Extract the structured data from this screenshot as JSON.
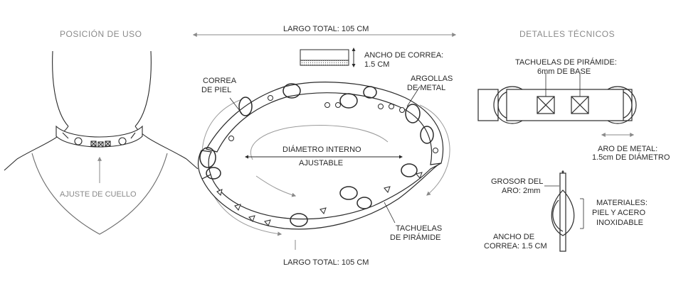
{
  "sections": {
    "usage": "POSICIÓN DE USO",
    "technical": "DETALLES TÉCNICOS"
  },
  "labels": {
    "neck_adjust": "AJUSTE DE CUELLO",
    "total_length_top": "LARGO TOTAL: 105 CM",
    "total_length_bottom": "LARGO TOTAL: 105 CM",
    "strap_width_line1": "ANCHO DE CORREA:",
    "strap_width_line2": "1.5 CM",
    "leather_strap_line1": "CORREA",
    "leather_strap_line2": "DE PIEL",
    "metal_rings_line1": "ARGOLLAS",
    "metal_rings_line2": "DE METAL",
    "inner_diameter": "DIÁMETRO INTERNO",
    "adjustable": "AJUSTABLE",
    "pyramid_studs_line1": "TACHUELAS",
    "pyramid_studs_line2": "DE PIRÁMIDE",
    "studs_base_line1": "TACHUELAS DE PIRÁMIDE:",
    "studs_base_line2": "6mm DE BASE",
    "metal_ring_line1": "ARO DE METAL:",
    "metal_ring_line2": "1.5cm DE DIÁMETRO",
    "ring_thickness_line1": "GROSOR DEL",
    "ring_thickness_line2": "ARO: 2mm",
    "materials_line1": "MATERIALES:",
    "materials_line2": "PIEL Y ACERO",
    "materials_line3": "INOXIDABLE",
    "strap_width2_line1": "ANCHO DE",
    "strap_width2_line2": "CORREA: 1.5 CM"
  },
  "colors": {
    "line": "#2a2a2a",
    "muted": "#8a8a8a",
    "guide": "#9a9a9a"
  }
}
